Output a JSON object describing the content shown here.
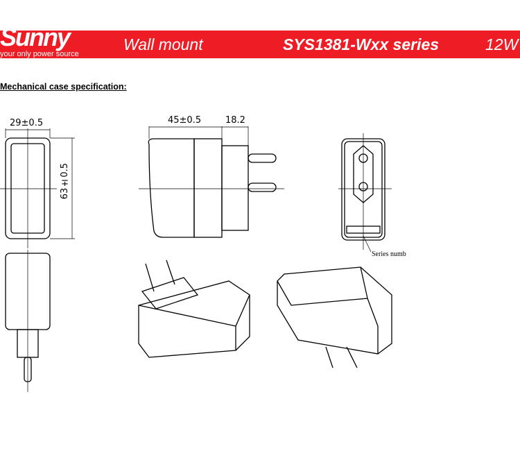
{
  "header": {
    "brand": "Sunny",
    "tagline": "your only power source",
    "category": "Wall mount",
    "series": "SYS1381-Wxx series",
    "power": "12W",
    "color": "#ee1c25"
  },
  "section_title": "Mechanical case specification:",
  "dimensions": {
    "width": "29±0.5",
    "height": "63±0.5",
    "depth": "45±0.5",
    "pin": "18.2"
  },
  "note": "Series numb"
}
